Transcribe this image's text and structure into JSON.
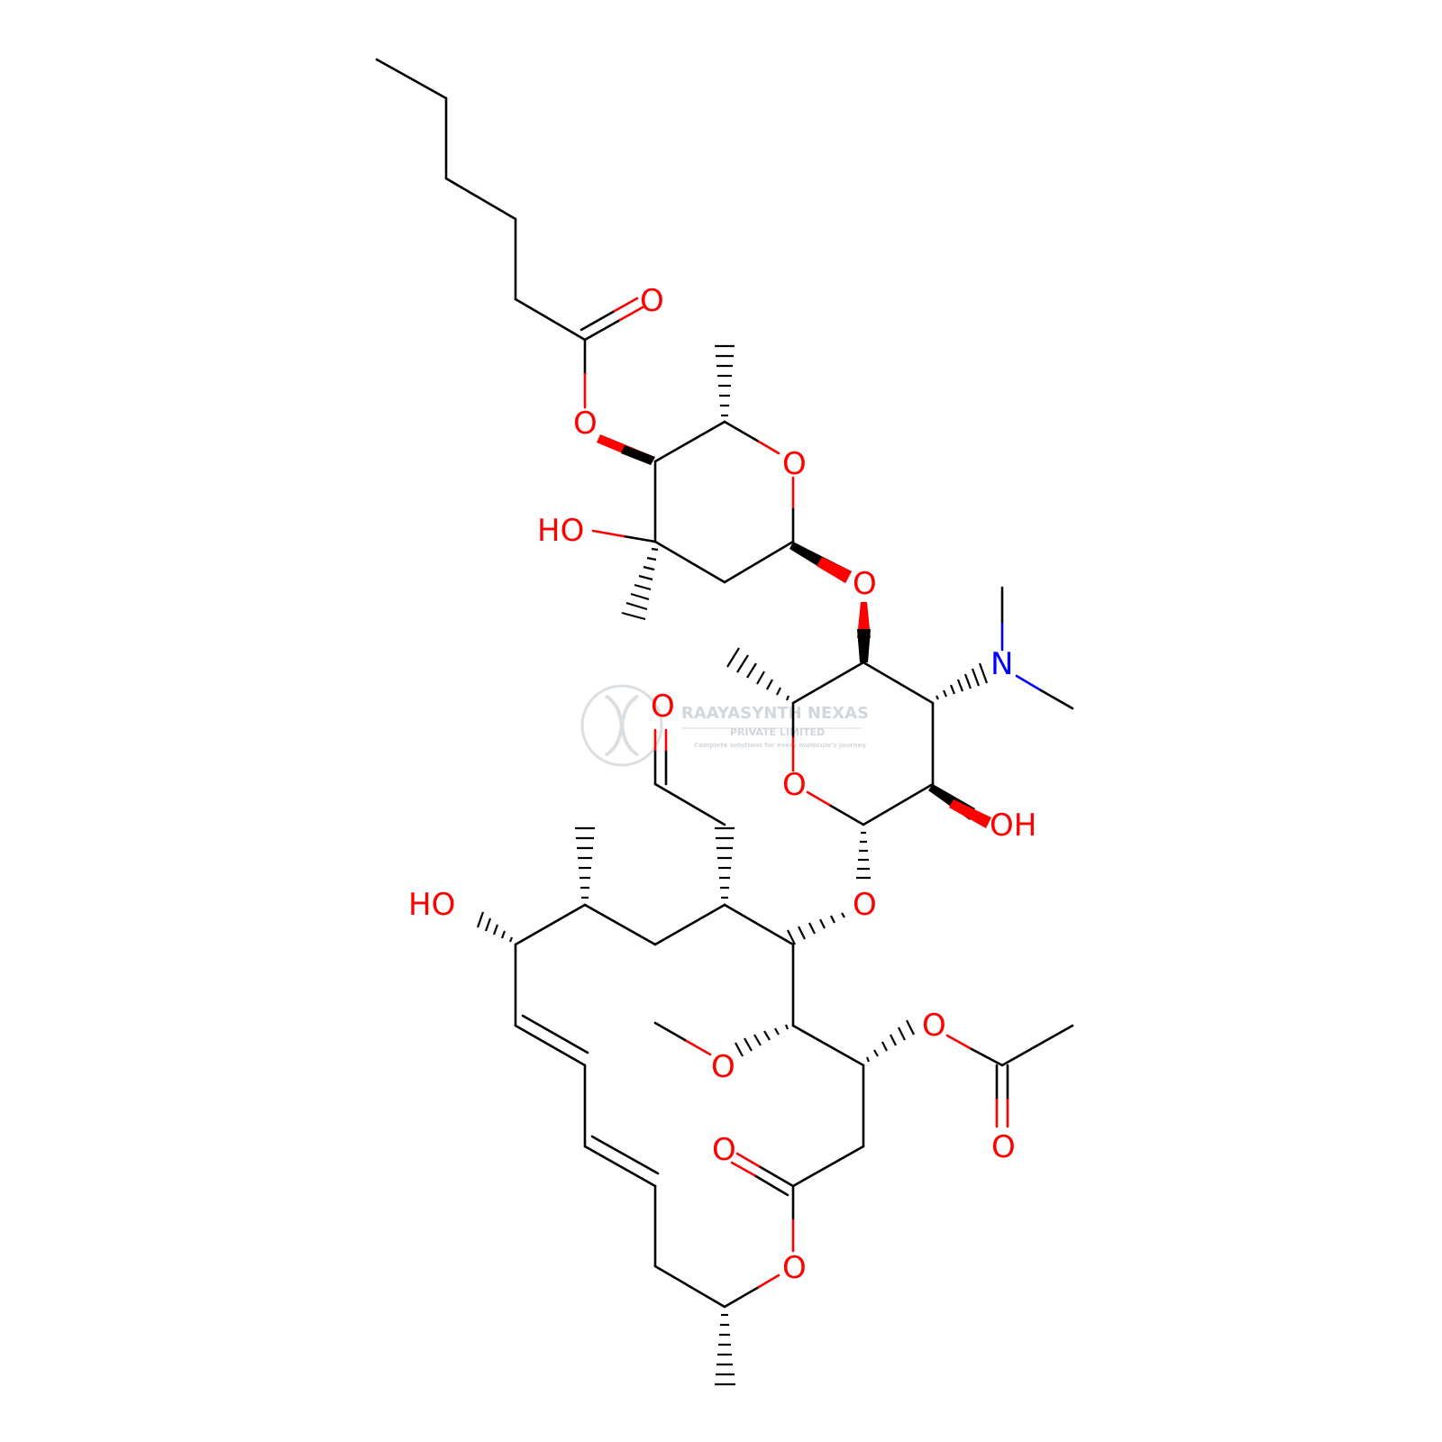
{
  "colors": {
    "bond": "#000000",
    "oxygen": "#ff0000",
    "nitrogen": "#0000ff",
    "watermark": "#c9d1d6"
  },
  "watermark": {
    "icon": "dna-helix-logo-icon",
    "name": "RAAYASYNTH NEXAS",
    "subtitle": "PRIVATE LIMITED",
    "tagline": "Complete solutions for every molecule's journey"
  },
  "labels": {
    "carbonyl_o_top": "O",
    "ester_o_top": "O",
    "ring1_o": "O",
    "ring1_ho": "HO",
    "glycosidic_o1": "O",
    "amine_n": "N",
    "aldehyde_o": "O",
    "ring2_o": "O",
    "ring2_oh": "OH",
    "glycosidic_o2": "O",
    "macro_ho": "HO",
    "acetate_o": "O",
    "methoxy_o": "O",
    "acetate_carbonyl_o": "O",
    "lactone_carbonyl_o": "O",
    "lactone_o": "O"
  }
}
